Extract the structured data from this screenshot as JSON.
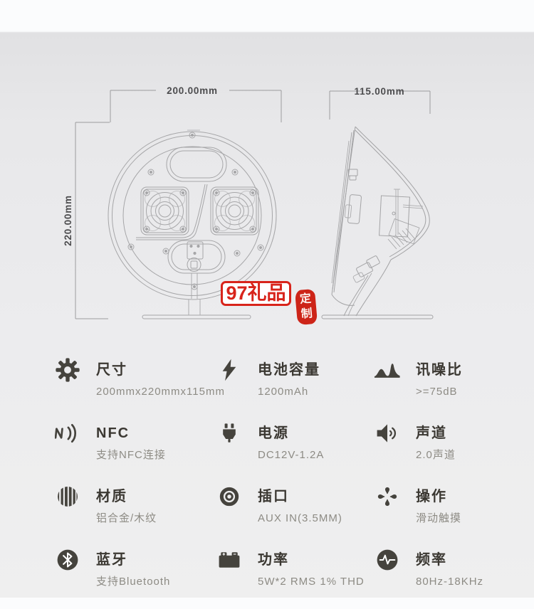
{
  "page": {
    "background": "#eaeaec",
    "accent_red": "#d8241b",
    "icon_color": "#45433d",
    "line_color": "#a6a6a8"
  },
  "drawing": {
    "front_width": "200.00mm",
    "front_height": "220.00mm",
    "side_depth": "115.00mm"
  },
  "watermark": {
    "brand": "97礼品",
    "seal_char_top": "定",
    "seal_char_bottom": "制"
  },
  "specs": {
    "items": [
      {
        "icon": "gear-icon",
        "title": "尺寸",
        "value": "200mmx220mmx115mm"
      },
      {
        "icon": "lightning-icon",
        "title": "电池容量",
        "value": "1200mAh"
      },
      {
        "icon": "waveform-icon",
        "title": "讯噪比",
        "value": ">=75dB"
      },
      {
        "icon": "nfc-icon",
        "title": "NFC",
        "value": "支持NFC连接"
      },
      {
        "icon": "usb-plug-icon",
        "title": "电源",
        "value": "DC12V-1.2A"
      },
      {
        "icon": "speaker-icon",
        "title": "声道",
        "value": "2.0声道"
      },
      {
        "icon": "striped-sphere-icon",
        "title": "材质",
        "value": "铝合金/木纹"
      },
      {
        "icon": "aux-ring-icon",
        "title": "插口",
        "value": "AUX IN(3.5MM)"
      },
      {
        "icon": "touch-drops-icon",
        "title": "操作",
        "value": "滑动触摸"
      },
      {
        "icon": "bluetooth-icon",
        "title": "蓝牙",
        "value": "支持Bluetooth"
      },
      {
        "icon": "battery-icon",
        "title": "功率",
        "value": "5W*2 RMS 1% THD"
      },
      {
        "icon": "pulse-icon",
        "title": "频率",
        "value": "80Hz-18KHz"
      }
    ]
  }
}
